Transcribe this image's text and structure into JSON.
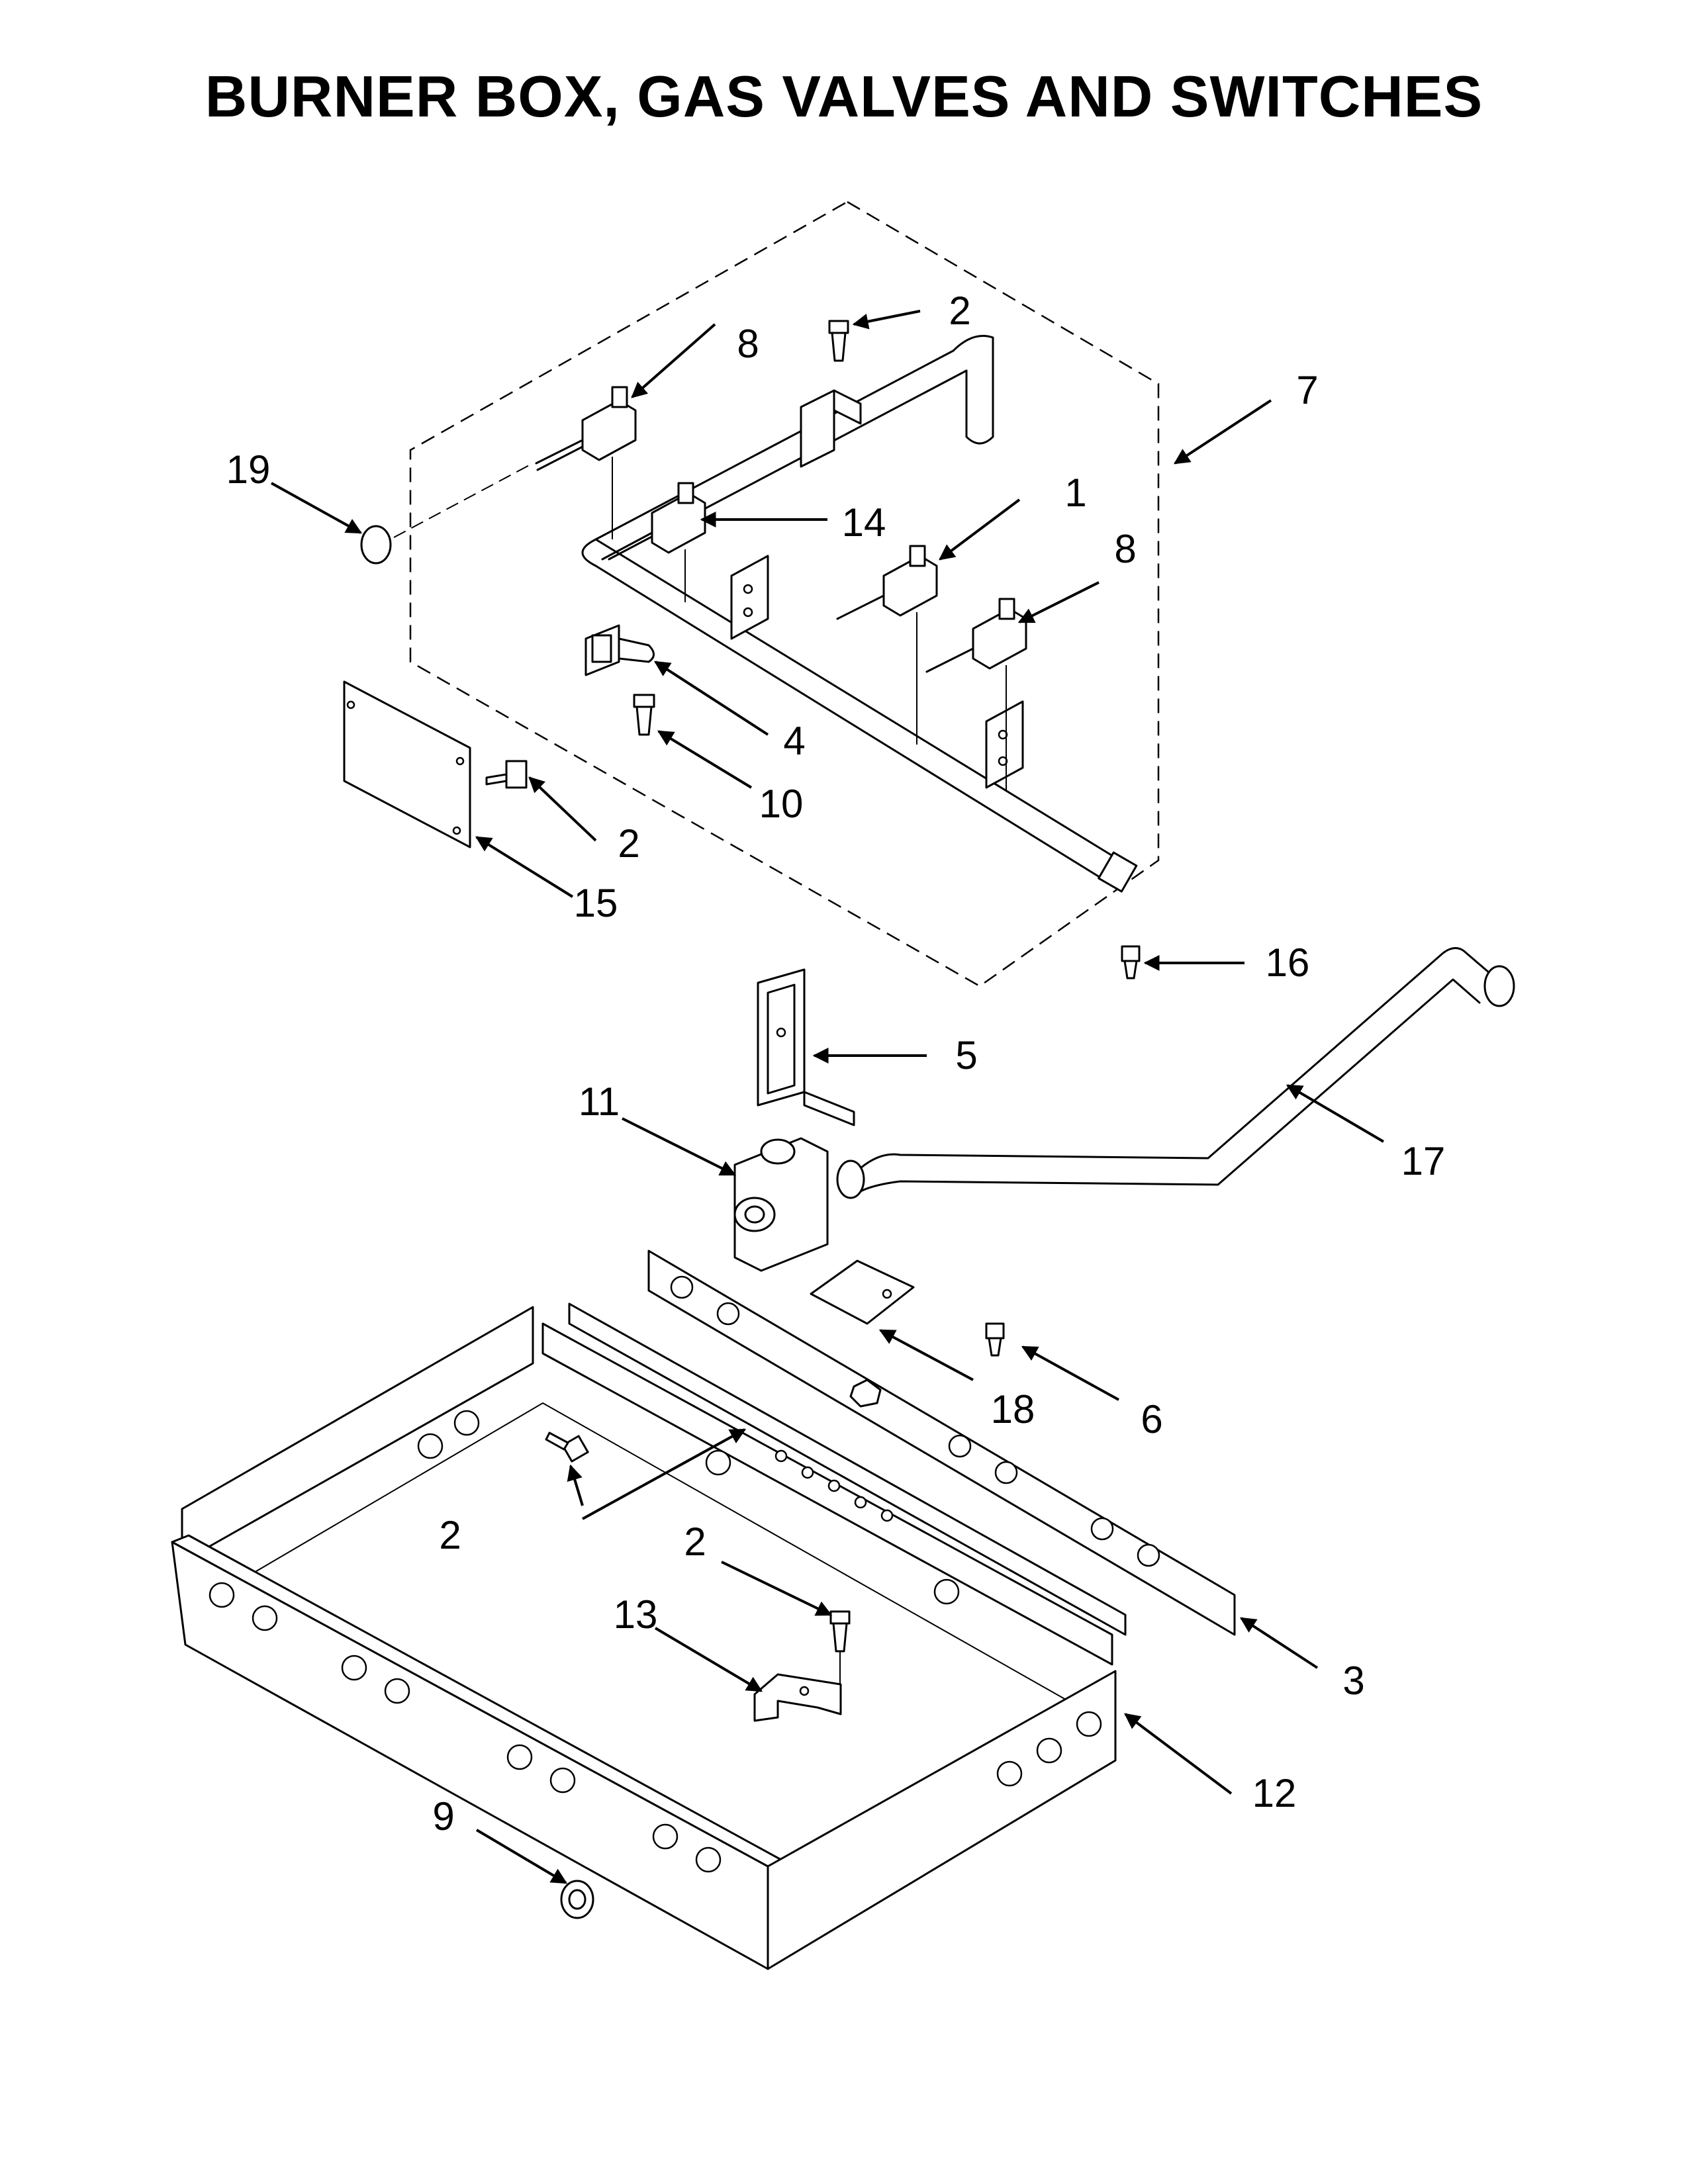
{
  "title": "BURNER BOX, GAS VALVES AND SWITCHES",
  "callouts": [
    {
      "id": "c1",
      "label": "1"
    },
    {
      "id": "c2a",
      "label": "2"
    },
    {
      "id": "c2b",
      "label": "2"
    },
    {
      "id": "c2c",
      "label": "2"
    },
    {
      "id": "c2d",
      "label": "2"
    },
    {
      "id": "c3",
      "label": "3"
    },
    {
      "id": "c4",
      "label": "4"
    },
    {
      "id": "c5",
      "label": "5"
    },
    {
      "id": "c6",
      "label": "6"
    },
    {
      "id": "c7",
      "label": "7"
    },
    {
      "id": "c8a",
      "label": "8"
    },
    {
      "id": "c8b",
      "label": "8"
    },
    {
      "id": "c9",
      "label": "9"
    },
    {
      "id": "c10",
      "label": "10"
    },
    {
      "id": "c11",
      "label": "11"
    },
    {
      "id": "c12",
      "label": "12"
    },
    {
      "id": "c13",
      "label": "13"
    },
    {
      "id": "c14",
      "label": "14"
    },
    {
      "id": "c15",
      "label": "15"
    },
    {
      "id": "c16",
      "label": "16"
    },
    {
      "id": "c17",
      "label": "17"
    },
    {
      "id": "c18",
      "label": "18"
    },
    {
      "id": "c19",
      "label": "19"
    }
  ]
}
